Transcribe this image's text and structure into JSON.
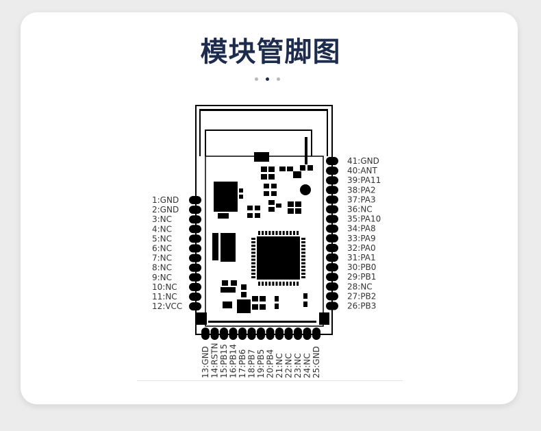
{
  "title": "模块管脚图",
  "pager": {
    "count": 3,
    "active": 1
  },
  "pins": {
    "left": [
      "1:GND",
      "2:GND",
      "3:NC",
      "4:NC",
      "5:NC",
      "6:NC",
      "7:NC",
      "8:NC",
      "9:NC",
      "10:NC",
      "11:NC",
      "12:VCC"
    ],
    "bottom": [
      "13:GND",
      "14:RSTN",
      "15:PB15",
      "16:PB14",
      "17:PB6",
      "18:PB7",
      "19:PB5",
      "20:PB4",
      "21:NC",
      "22:NC",
      "23:NC",
      "24:NC",
      "25:GND"
    ],
    "right": [
      "41:GND",
      "40:ANT",
      "39:PA11",
      "38:PA2",
      "37:PA3",
      "36:NC",
      "35:PA10",
      "34:PA8",
      "33:PA9",
      "32:PA0",
      "31:PA1",
      "30:PB0",
      "29:PB1",
      "28:NC",
      "27:PB2",
      "26:PB3"
    ]
  }
}
